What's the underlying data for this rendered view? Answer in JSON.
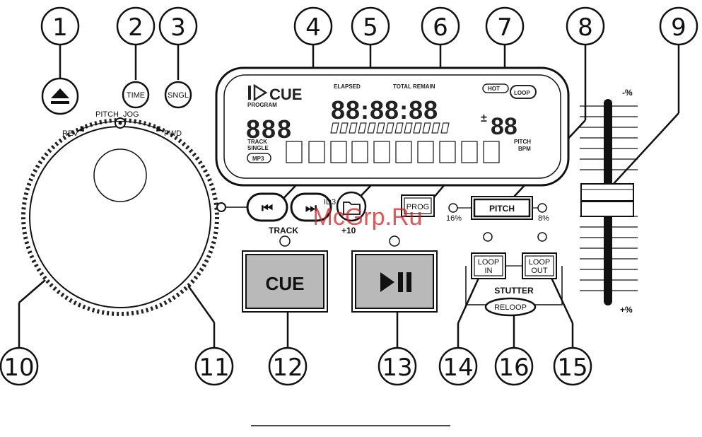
{
  "callouts": [
    "1",
    "2",
    "3",
    "4",
    "5",
    "6",
    "7",
    "8",
    "9",
    "10",
    "11",
    "12",
    "13",
    "14",
    "16",
    "15"
  ],
  "buttons": {
    "time": "TIME",
    "sngl": "SNGL",
    "prog": "PROG",
    "pitch": "PITCH",
    "loop_in_1": "LOOP",
    "loop_in_2": "IN",
    "loop_out_1": "LOOP",
    "loop_out_2": "OUT",
    "reloop": "RELOOP",
    "cue": "CUE"
  },
  "labels": {
    "pitch": "PITCH",
    "jog": "JOG",
    "rev": "REV",
    "fwd": "FWD",
    "id3": "ID3",
    "track": "TRACK",
    "plus10": "+10",
    "pct16": "16%",
    "pct8": "8%",
    "stutter": "STUTTER",
    "minus_pct": "-%",
    "plus_pct": "+%"
  },
  "lcd": {
    "cue": "CUE",
    "program": "PROGRAM",
    "elapsed": "ELAPSED",
    "total_remain": "TOTAL REMAIN",
    "hot": "HOT",
    "loop": "LOOP",
    "track": "TRACK",
    "single": "SINGLE",
    "mp3": "MP3",
    "pitch": "PITCH",
    "bpm": "BPM",
    "digits_left": "888",
    "digits_time": "88:88:88",
    "digits_pitch": "88"
  },
  "watermark": "McGrp.Ru"
}
